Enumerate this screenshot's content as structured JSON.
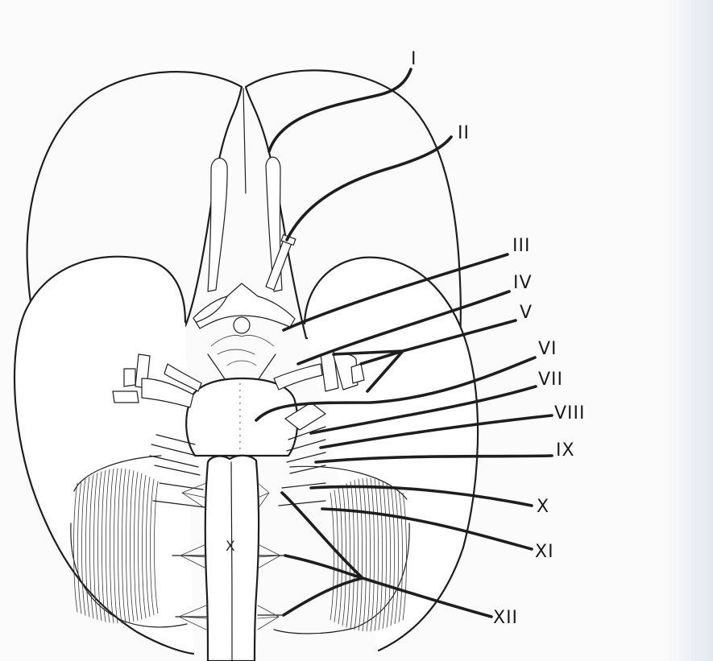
{
  "nerve_labels": [
    {
      "label": "I"
    },
    {
      "label": "II"
    },
    {
      "label": "III"
    },
    {
      "label": "IV"
    },
    {
      "label": "V"
    },
    {
      "label": "VI"
    },
    {
      "label": "VII"
    },
    {
      "label": "VIII"
    },
    {
      "label": "IX"
    },
    {
      "label": "X"
    },
    {
      "label": "XI"
    },
    {
      "label": "XII"
    }
  ],
  "medulla_mark": "X",
  "colors": {
    "ink": "#1e1e1e",
    "paper": "#fbfbfb",
    "edge": "#e6eaf0"
  }
}
